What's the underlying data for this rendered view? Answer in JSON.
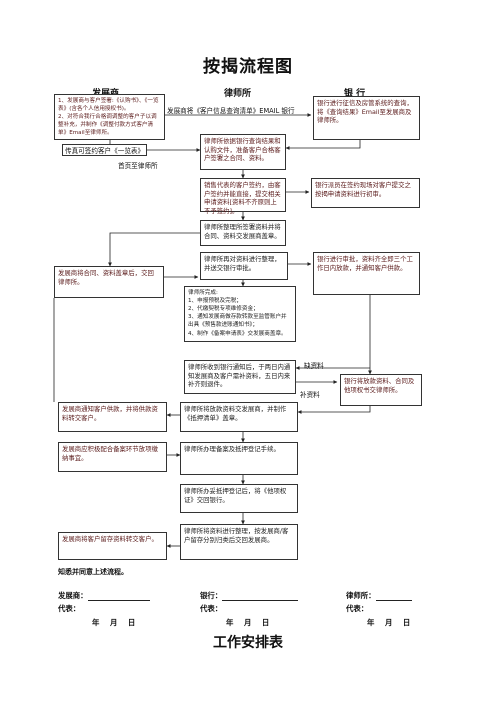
{
  "title": "按揭流程图",
  "columns": {
    "developer": "发展商",
    "lawyer": "律师所",
    "bank": "银  行"
  },
  "boxes": {
    "dev_start": "1、发展商与客户签署:《认购书》、《一览表》(含各个人信用授权书)。\n2、对符合我行合格调调整的客户子以调整补充，并制作《调整付款方式客户清单》Email至律师所。",
    "bank_search": "银行进行征信及房管系统的查询，将《查询结果》Email至发展商及律师所。",
    "lawyer_sign": "律师所依据银行查询结果和认购文件，准备客户合格客户签署之合同、资料。",
    "lawyer_rep": "销售代表的客户签约，由客户签约并能直接，提交相关申请资料[资料不齐原则上不予签约]。",
    "bank_face": "银行派员在签约现场对客户提交之按揭申请资料进行初审。",
    "lawyer_sort": "律师所整理所签署资料并将合同、资料交发展商盖章。",
    "dev_stamp": "发展商将合同、资料盖章后，交回律师所。",
    "lawyer_submit": "律师所再对资料进行整理，并送交银行审批。",
    "bank_approve": "银行进行审批，资料齐全即三个工作日内放款，并通知客户供款。",
    "lawyer_done": "律师所完成:\n1、申报预税及完税；\n2、代缴契税专项维修资金；\n3、通知发展商做存款转款至监管账户并出具《预售款进账通知书》；\n4、制作《备案申请表》交发展商盖章。",
    "lawyer_notify": "律师所收到银行通知后，于两日内通知发展商及客户需补资料，五日内来补齐则退件。",
    "bank_release": "银行将放款资料、合同及他项权书交律师所。",
    "dev_notify": "发展商通知客户供款，并将供款资料转交客户。",
    "lawyer_deliver": "律师所将放款资料交发展商，并制作《抵押清单》盖章。",
    "dev_assist": "发展商应积极配合备案环节放项缴纳事宜。",
    "lawyer_record": "律师所办理备案及抵押登记手续。",
    "lawyer_return": "律师所办妥抵押登记后，将《他项权证》交回银行。",
    "lawyer_archive": "律师所将资料进行整理，按发展商/客户留存分别归类后交回发展商。",
    "dev_archive": "发展商将客户留存资料转交客户。"
  },
  "labels": {
    "email_arrow": "发展商将《客户信息查询清单》EMAIL 银行",
    "sign_client": "传真可签约客户《一览表》",
    "first_page": "首页至律师所",
    "missing": "缺资料",
    "supplement": "补资料"
  },
  "footer": {
    "note": "知悉并同意上述流程。",
    "developer": "发展商：",
    "bank": "银行：",
    "lawyer": "律师所：",
    "rep": "代表：",
    "date": "年  月  日",
    "next_title": "工作安排表"
  }
}
